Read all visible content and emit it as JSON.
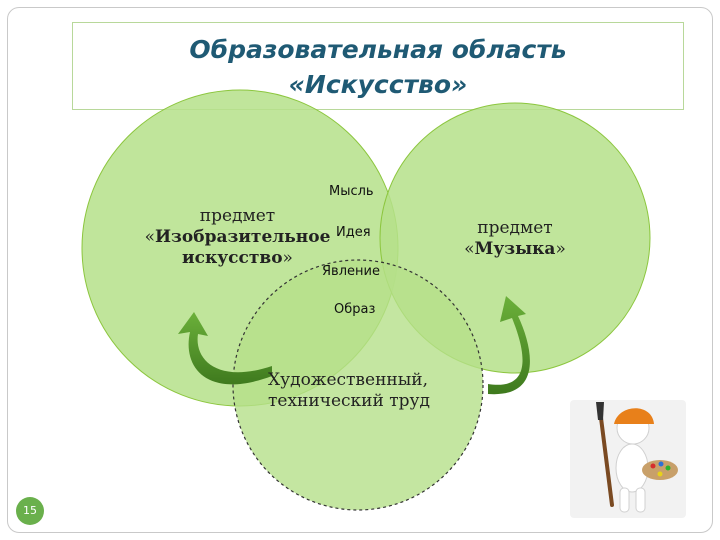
{
  "title": {
    "line1": "Образовательная область",
    "line2": "«Искусство»"
  },
  "circles": {
    "left": {
      "prefix": "предмет",
      "quote_open": "«",
      "name_line1": "Изобразительное",
      "name_line2": "искусство",
      "quote_close": "»"
    },
    "right": {
      "prefix": "предмет",
      "quote_open": "«",
      "name": "Музыка",
      "quote_close": "»"
    },
    "bottom": {
      "line1": "Художественный,",
      "line2": "технический труд"
    }
  },
  "keywords": [
    "Мысль",
    "Идея",
    "Явление",
    "Образ"
  ],
  "page_number": "15",
  "colors": {
    "title": "#1f5a74",
    "circle_fill": "#b5e08a",
    "circle_stroke": "#8cc63e",
    "arrow": "#5f9e2c",
    "page_badge": "#6ab04c"
  },
  "illustration": "painter-figure-with-brush-and-palette"
}
